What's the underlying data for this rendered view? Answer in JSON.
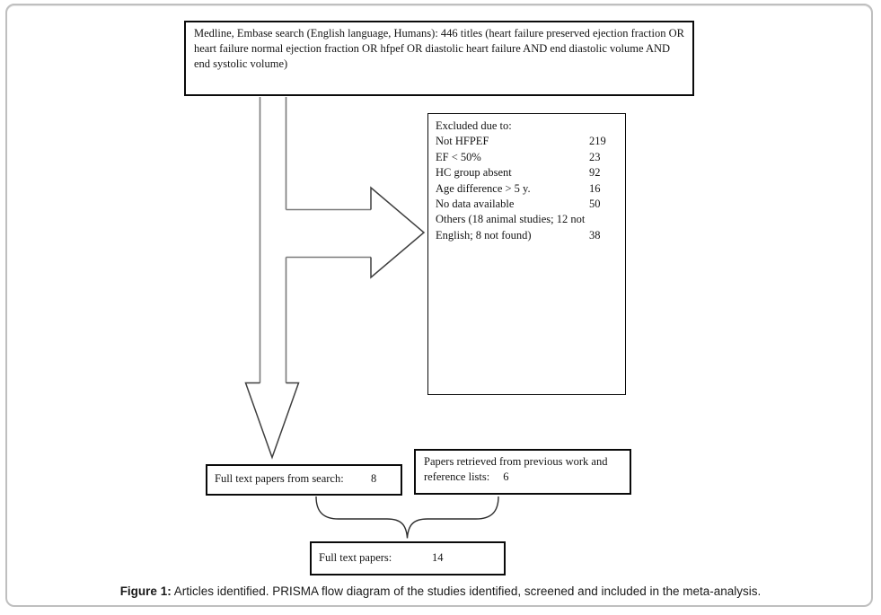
{
  "figure": {
    "caption_label": "Figure 1:",
    "caption_text": " Articles identified. PRISMA flow diagram of the studies identified, screened and included in the meta-analysis."
  },
  "boxes": {
    "search": {
      "text": "Medline, Embase search (English language, Humans): 446 titles (heart failure preserved ejection fraction OR heart failure normal ejection fraction OR hfpef OR diastolic heart failure AND end diastolic volume AND end systolic volume)"
    },
    "excluded": {
      "title": "Excluded due to:",
      "rows": [
        {
          "label": "Not HFPEF",
          "value": "219"
        },
        {
          "label": "EF < 50%",
          "value": "23"
        },
        {
          "label": "HC group absent",
          "value": "92"
        },
        {
          "label": "Age difference > 5 y.",
          "value": "16"
        },
        {
          "label": "No data available",
          "value": "50"
        },
        {
          "label": "Others (18 animal studies; 12 not",
          "value": ""
        },
        {
          "label": "English; 8 not found)",
          "value": "38"
        }
      ]
    },
    "full_text_search": {
      "label": "Full text papers from search:",
      "value": "8"
    },
    "previous_work": {
      "label": "Papers retrieved from previous work and reference lists:",
      "value": "6"
    },
    "full_text_total": {
      "label": "Full text papers:",
      "value": "14"
    }
  },
  "icons": {
    "down_arrow": "down-block-arrow",
    "right_arrow": "right-block-arrow",
    "brace": "curly-brace-join"
  },
  "colors": {
    "box_border": "#0a0a0a",
    "frame_border": "#bfbfbf",
    "arrow_shaft": "#7a7a7a",
    "arrow_head": "#3f3f3f",
    "text": "#141414"
  }
}
